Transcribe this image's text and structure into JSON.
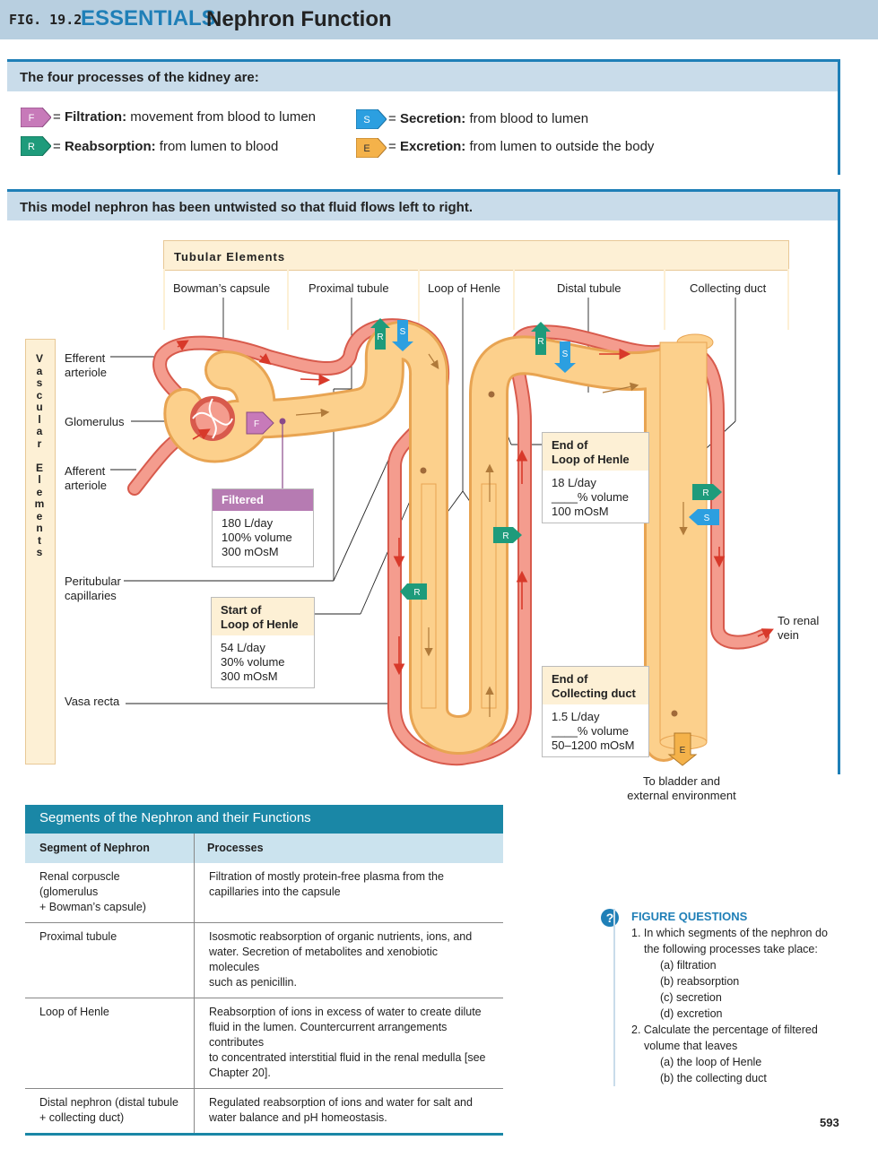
{
  "header": {
    "fig": "FIG. 19.2",
    "essentials": "ESSENTIALS",
    "title": "Nephron Function"
  },
  "processes": {
    "heading": "The four processes of the kidney are:",
    "items": [
      {
        "letter": "F",
        "name": "Filtration:",
        "desc": "movement from blood to lumen",
        "color": "#c77ab9"
      },
      {
        "letter": "R",
        "name": "Reabsorption:",
        "desc": "from lumen to blood",
        "color": "#1e9b7b"
      },
      {
        "letter": "S",
        "name": "Secretion:",
        "desc": "from blood to lumen",
        "color": "#2c9fe0"
      },
      {
        "letter": "E",
        "name": "Excretion:",
        "desc": "from lumen to outside the body",
        "color": "#f4b24a"
      }
    ],
    "eq": "="
  },
  "model": {
    "heading": "This model nephron has been untwisted so that fluid flows left to right.",
    "tubular_title": "Tubular Elements",
    "segments": [
      "Bowman’s capsule",
      "Proximal tubule",
      "Loop of Henle",
      "Distal tubule",
      "Collecting duct"
    ],
    "vascular_letters": [
      "V",
      "a",
      "s",
      "c",
      "u",
      "l",
      "a",
      "r",
      "",
      "E",
      "l",
      "e",
      "m",
      "e",
      "n",
      "t",
      "s"
    ],
    "vascular_labels": {
      "efferent": [
        "Efferent",
        "arteriole"
      ],
      "glomerulus": "Glomerulus",
      "afferent": [
        "Afferent",
        "arteriole"
      ],
      "peritubular": [
        "Peritubular",
        "capillaries"
      ],
      "vasa_recta": "Vasa recta"
    },
    "boxes": {
      "filtered": {
        "title": "Filtered",
        "lines": [
          "180 L/day",
          "100% volume",
          "300 mOsM"
        ]
      },
      "start_loop": {
        "title": [
          "Start of",
          "Loop of Henle"
        ],
        "lines": [
          "54 L/day",
          "30% volume",
          "300 mOsM"
        ]
      },
      "end_loop": {
        "title": [
          "End of",
          "Loop of Henle"
        ],
        "lines": [
          "18 L/day",
          "____% volume",
          "100 mOsM"
        ]
      },
      "end_duct": {
        "title": [
          "End of",
          "Collecting duct"
        ],
        "lines": [
          "1.5 L/day",
          "____% volume",
          "50–1200 mOsM"
        ]
      }
    },
    "renal_vein": [
      "To renal",
      "vein"
    ],
    "bladder": [
      "To bladder and",
      "external environment"
    ]
  },
  "table": {
    "title": "Segments of the Nephron and their Functions",
    "columns": [
      "Segment of Nephron",
      "Processes"
    ],
    "rows": [
      {
        "segment": [
          "Renal corpuscle (glomerulus",
          "+ Bowman’s capsule)"
        ],
        "process": [
          "Filtration of mostly protein-free plasma from the",
          "capillaries into the capsule"
        ]
      },
      {
        "segment": [
          "Proximal tubule"
        ],
        "process": [
          "Isosmotic reabsorption of organic nutrients, ions, and",
          "water. Secretion of metabolites and xenobiotic molecules",
          "such as penicillin."
        ]
      },
      {
        "segment": [
          "Loop of Henle"
        ],
        "process": [
          "Reabsorption of ions in excess of water to create dilute",
          "fluid in the lumen. Countercurrent arrangements contributes",
          "to concentrated interstitial fluid in the renal medulla [see",
          "Chapter 20]."
        ]
      },
      {
        "segment": [
          "Distal nephron (distal tubule",
          "+ collecting duct)"
        ],
        "process": [
          "Regulated reabsorption of ions and water for salt and",
          "water balance and pH homeostasis."
        ]
      }
    ]
  },
  "questions": {
    "icon": "?",
    "title": "FIGURE QUESTIONS",
    "q1": [
      "1. In which segments of the nephron do",
      "the following processes take place:"
    ],
    "q1_items": [
      "(a) filtration",
      "(b) reabsorption",
      "(c) secretion",
      "(d) excretion"
    ],
    "q2": [
      "2. Calculate the percentage of filtered",
      "volume that leaves"
    ],
    "q2_items": [
      "(a) the loop of Henle",
      "(b) the collecting duct"
    ]
  },
  "page_number": "593",
  "colors": {
    "tubule": "#fcd08c",
    "tubule_edge": "#e8a452",
    "vessel": "#f08a7e",
    "vessel_edge": "#d85a4c",
    "accent": "#1f7fb7"
  }
}
